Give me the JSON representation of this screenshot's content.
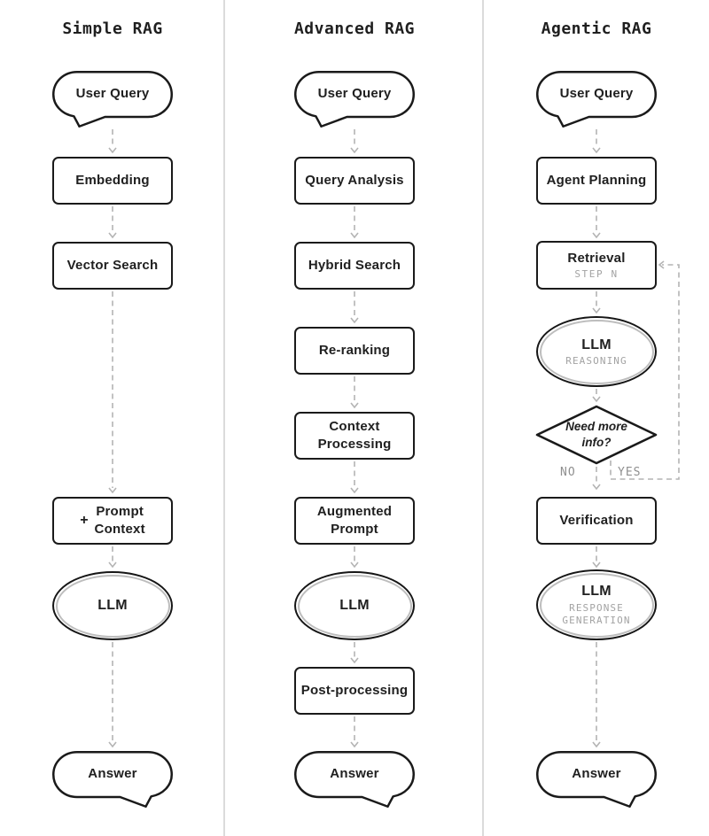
{
  "simple": {
    "title": "Simple RAG",
    "user_query": "User Query",
    "embedding": "Embedding",
    "vector_search": "Vector Search",
    "prompt_plus": "+",
    "prompt_context": "Prompt\nContext",
    "llm": "LLM",
    "answer": "Answer"
  },
  "advanced": {
    "title": "Advanced RAG",
    "user_query": "User Query",
    "query_analysis": "Query Analysis",
    "hybrid_search": "Hybrid Search",
    "re_ranking": "Re-ranking",
    "context_processing": "Context\nProcessing",
    "augmented_prompt": "Augmented\nPrompt",
    "llm": "LLM",
    "post_processing": "Post-processing",
    "answer": "Answer"
  },
  "agentic": {
    "title": "Agentic RAG",
    "user_query": "User Query",
    "agent_planning": "Agent Planning",
    "retrieval": "Retrieval",
    "retrieval_sub": "STEP N",
    "llm_reasoning": "LLM",
    "llm_reasoning_sub": "REASONING",
    "decision": "Need more\ninfo?",
    "branch_no": "NO",
    "branch_yes": "YES",
    "verification": "Verification",
    "llm_response": "LLM",
    "llm_response_sub": "RESPONSE\nGENERATION",
    "answer": "Answer"
  },
  "colors": {
    "background": "#ffffff",
    "node_border": "#1a1a1a",
    "node_text": "#202020",
    "arrow": "#b4b4b4",
    "muted_text": "#a3a3a3",
    "divider": "#dbdbdb",
    "ellipse_inner_ring": "#bdbdbd"
  }
}
